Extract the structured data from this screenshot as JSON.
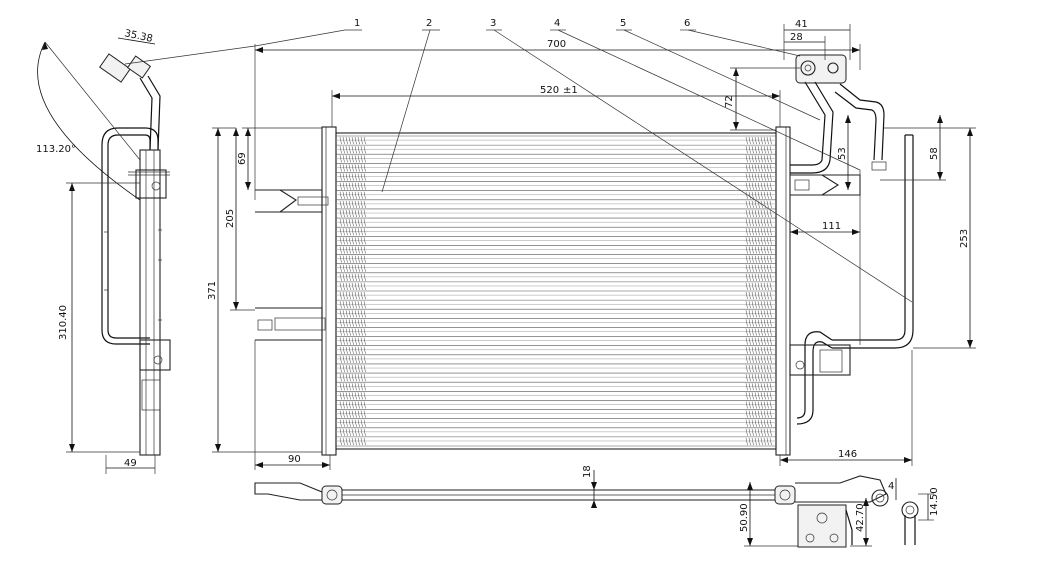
{
  "diagram": {
    "callouts": [
      "1",
      "2",
      "3",
      "4",
      "5",
      "6"
    ],
    "dimensions": {
      "d_35_38": "35.38",
      "d_113_20": "113.20°",
      "d_310_40": "310.40",
      "d_49": "49",
      "d_700": "700",
      "d_520": "520",
      "d_tol": "±1",
      "d_41": "41",
      "d_28": "28",
      "d_72": "72",
      "d_53": "53",
      "d_58": "58",
      "d_111": "111",
      "d_253": "253",
      "d_146": "146",
      "d_69": "69",
      "d_205": "205",
      "d_371": "371",
      "d_90": "90",
      "d_18": "18",
      "d_50_90": "50.90",
      "d_42_70": "42.70",
      "d_4": "4",
      "d_14_50": "14.50"
    }
  }
}
